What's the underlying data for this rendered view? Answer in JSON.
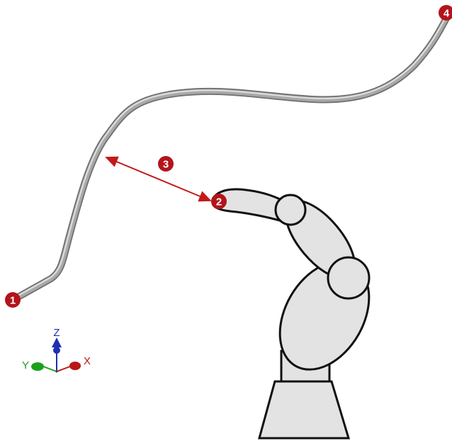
{
  "markers": {
    "m1": "1",
    "m2": "2",
    "m3": "3",
    "m4": "4"
  },
  "axes": {
    "x": "X",
    "y": "Y",
    "z": "Z"
  },
  "colors": {
    "marker_fill": "#b3141c",
    "dimension_arrow": "#c21a1a",
    "axis_x": "#b81818",
    "axis_y": "#1ca01c",
    "axis_z": "#1f2fb0",
    "robot_fill": "#e3e3e3",
    "robot_outline": "#111111",
    "tube_dark": "#6f6f6f",
    "tube_light": "#d4d4d4"
  }
}
